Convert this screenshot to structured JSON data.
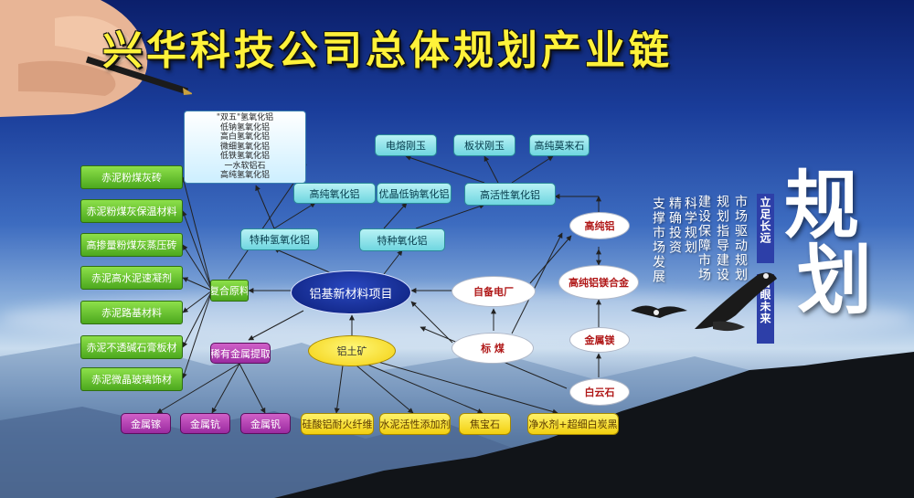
{
  "title": "兴华科技公司总体规划产业链",
  "center": "铝基新材料项目",
  "info_box": [
    "\"双五\"氢氧化铝",
    "低钠氢氧化铝",
    "高白氢氧化铝",
    "微细氢氧化铝",
    "低铁氢氧化铝",
    "一水软铝石",
    "高纯氢氧化铝"
  ],
  "top_products": [
    "电熔刚玉",
    "板状刚玉",
    "高纯莫来石"
  ],
  "mid_products": [
    "高纯氧化铝",
    "优晶低钠氧化铝",
    "高活性氧化铝"
  ],
  "special": [
    "特种氢氧化铝",
    "特种氧化铝"
  ],
  "composite": "复合原料",
  "green_items": [
    "赤泥粉煤灰砖",
    "赤泥粉煤灰保温材料",
    "高掺量粉煤灰蒸压砖",
    "赤泥高水泥速凝剂",
    "赤泥路基材料",
    "赤泥不透碱石膏板材",
    "赤泥微晶玻璃饰材"
  ],
  "rare": "稀有金属提取",
  "metals": [
    "金属镓",
    "金属钪",
    "金属钒"
  ],
  "ore": "铝土矿",
  "yellow_products": [
    "硅酸铝耐火纤维",
    "水泥活性添加剂",
    "焦宝石",
    "净水剂+超细白炭黑"
  ],
  "ovals": {
    "power": "自备电厂",
    "coal": "标 煤",
    "hp_al": "高纯铝",
    "alloy": "高纯铝镁合金",
    "mg": "金属镁",
    "dolomite": "白云石"
  },
  "right_text": {
    "columns": [
      "市场驱动规划",
      "规划指导建设",
      "建设保障市场",
      "科学规划",
      "精确投资",
      "支撑市场发展"
    ],
    "big_chars": [
      "规",
      "划"
    ],
    "slogan_top": "立足长远",
    "slogan_bottom": "着眼未来"
  },
  "colors": {
    "title": "#fff23a",
    "green_node": "#5cb82a",
    "teal_node": "#7fdbe4",
    "purple_node": "#a8339e",
    "yellow_node": "#f5d31a",
    "core_node": "#0f2390"
  },
  "icons": [
    "hand-with-pen-icon",
    "eagle-icon"
  ]
}
